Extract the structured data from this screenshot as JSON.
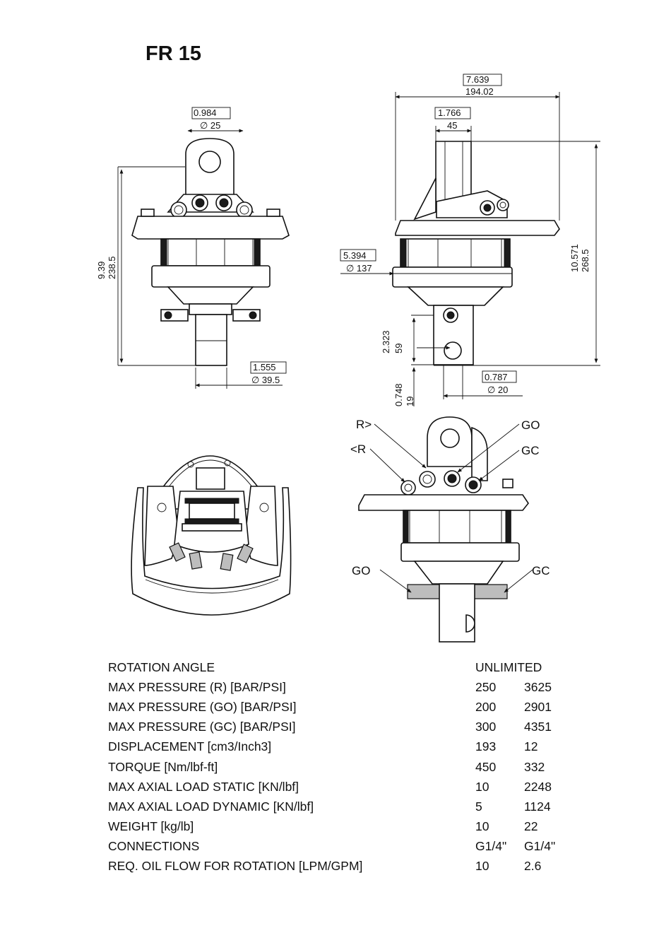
{
  "title": "FR 15",
  "dimensions": {
    "top_pin_in": "0.984",
    "top_pin_mm": "∅ 25",
    "overall_width_in": "7.639",
    "overall_width_mm": "194.02",
    "lug_width_in": "1.766",
    "lug_width_mm": "45",
    "height_left_in": "9.39",
    "height_left_mm": "238.5",
    "height_right_in": "10.571",
    "height_right_mm": "268.5",
    "body_dia_in": "5.394",
    "body_dia_mm": "∅ 137",
    "shaft_dia_in": "1.555",
    "shaft_dia_mm": "∅ 39.5",
    "shaft_len_in": "2.323",
    "shaft_len_mm": "59",
    "shaft_end_in": "0.748",
    "shaft_end_mm": "19",
    "bottom_pin_in": "0.787",
    "bottom_pin_mm": "∅ 20"
  },
  "callouts": {
    "r_right": "R>",
    "r_left": "<R",
    "go_top": "GO",
    "gc_top": "GC",
    "go_bottom": "GO",
    "gc_bottom": "GC"
  },
  "specs": [
    {
      "label": "ROTATION ANGLE",
      "v1": "UNLIMITED",
      "v2": ""
    },
    {
      "label": "MAX PRESSURE (R) [BAR/PSI]",
      "v1": "250",
      "v2": "3625"
    },
    {
      "label": "MAX PRESSURE (GO) [BAR/PSI]",
      "v1": "200",
      "v2": "2901"
    },
    {
      "label": "MAX PRESSURE (GC) [BAR/PSI]",
      "v1": "300",
      "v2": "4351"
    },
    {
      "label": "DISPLACEMENT [cm3/Inch3]",
      "v1": "193",
      "v2": "12"
    },
    {
      "label": "TORQUE [Nm/lbf-ft]",
      "v1": "450",
      "v2": "332"
    },
    {
      "label": "MAX AXIAL LOAD STATIC [KN/lbf]",
      "v1": "10",
      "v2": "2248"
    },
    {
      "label": "MAX AXIAL LOAD DYNAMIC [KN/lbf]",
      "v1": "5",
      "v2": "1124"
    },
    {
      "label": "WEIGHT [kg/lb]",
      "v1": "10",
      "v2": "22"
    },
    {
      "label": "CONNECTIONS",
      "v1": "G1/4\"",
      "v2": "G1/4\""
    },
    {
      "label": "REQ. OIL FLOW FOR ROTATION [LPM/GPM]",
      "v1": "10",
      "v2": "2.6"
    }
  ]
}
